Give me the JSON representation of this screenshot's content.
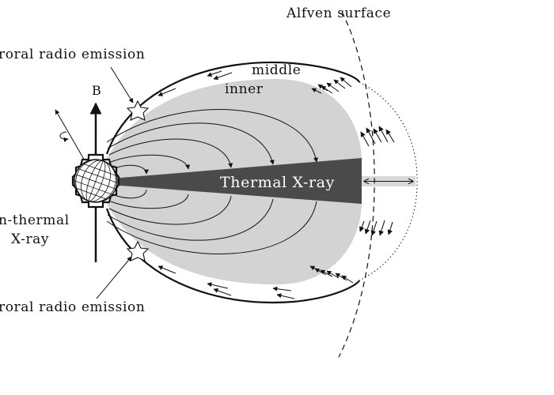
{
  "labels": {
    "alfven_surface": "Alfven surface",
    "auroral_top": "roral radio emission",
    "auroral_bottom": "roral radio emission",
    "middle": "middle",
    "inner": "inner",
    "b_field": "B",
    "thermal_xray": "Thermal X-ray",
    "nonthermal_line1": "n-thermal",
    "nonthermal_line2": "X-ray"
  },
  "colors": {
    "inner_region": "#d3d3d3",
    "thermal_xray_wedge": "#4a4a4a",
    "lines": "#111111",
    "background": "#ffffff"
  },
  "icons": {
    "star": "auroral-emission-star-icon",
    "globe": "star-globe-icon",
    "rotation": "rotation-axis-icon"
  }
}
